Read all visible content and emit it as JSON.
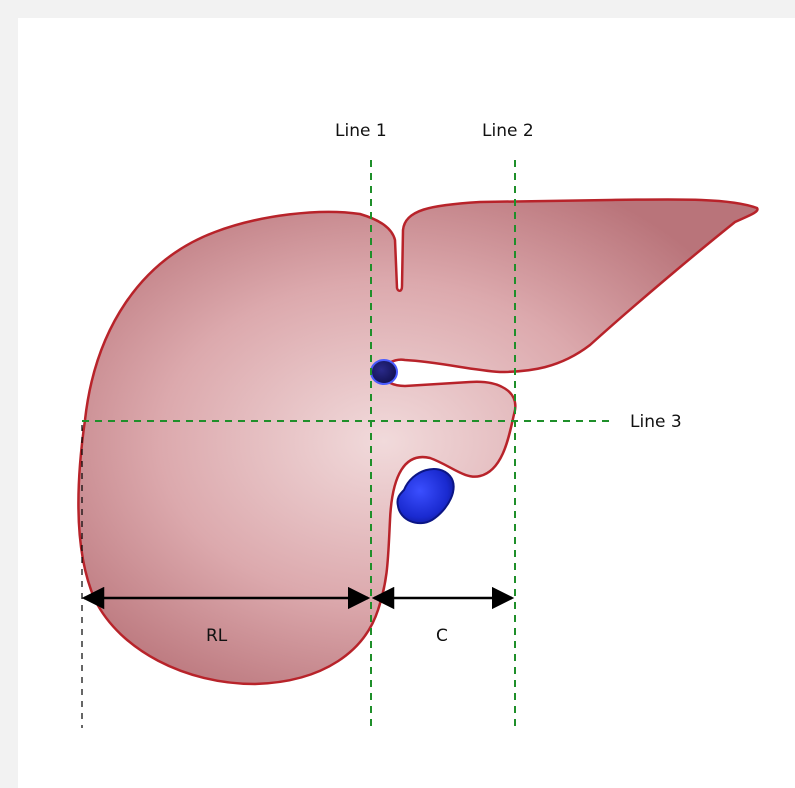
{
  "labels": {
    "line1": "Line 1",
    "line2": "Line 2",
    "line3": "Line 3",
    "rl": "RL",
    "c": "C"
  },
  "colors": {
    "liver_outline": "#b8232a",
    "liver_fill_center": "#f0d7d8",
    "liver_fill_edge": "#b36a70",
    "vessel_dark": "#1a1a66",
    "vessel_blue": "#1f2fd6",
    "guide_line": "#1f8f2a",
    "arrow": "#000000",
    "page_bg": "#f2f2f2",
    "panel_bg": "#ffffff"
  }
}
